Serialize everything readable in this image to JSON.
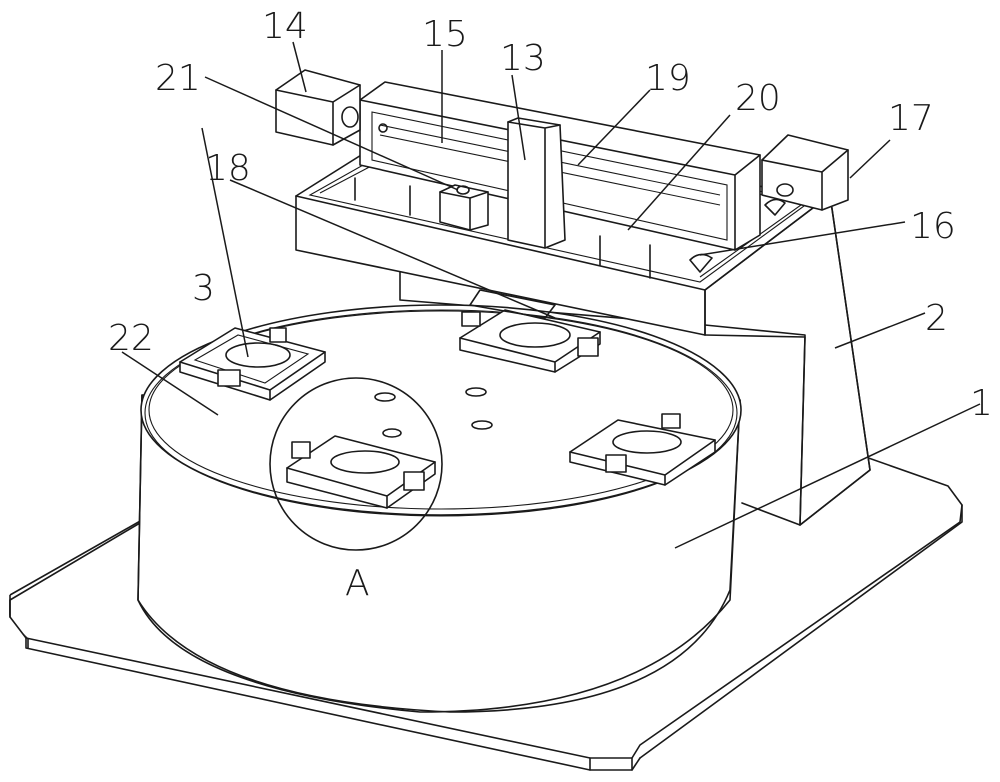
{
  "figure": {
    "labels": {
      "n1": "1",
      "n2": "2",
      "n3": "3",
      "n13": "13",
      "n14": "14",
      "n15": "15",
      "n16": "16",
      "n17": "17",
      "n18": "18",
      "n19": "19",
      "n20": "20",
      "n21": "21",
      "n22": "22",
      "detail": "A"
    },
    "colors": {
      "line": "#1a1a1a",
      "background": "#ffffff"
    }
  }
}
